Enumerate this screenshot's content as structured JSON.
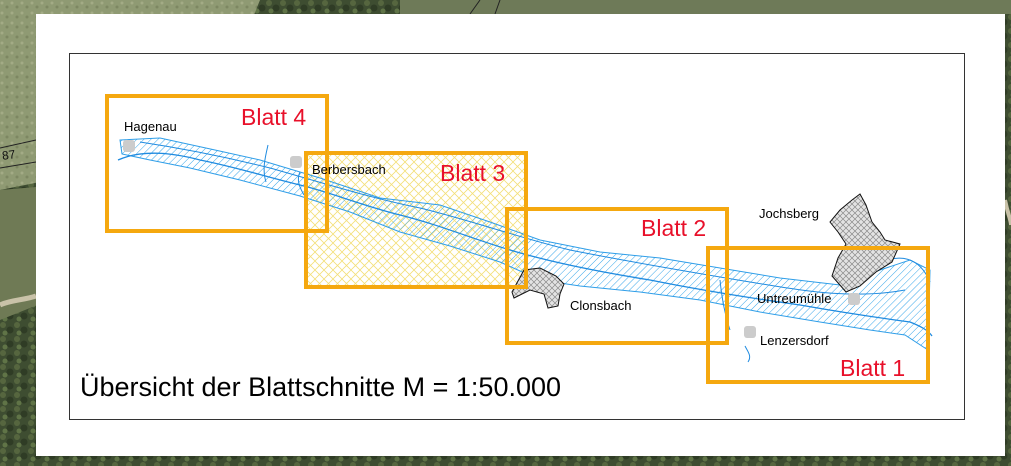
{
  "caption": "Übersicht der Blattschnitte M = 1:50.000",
  "sheets": [
    {
      "label": "Blatt 4"
    },
    {
      "label": "Blatt 3"
    },
    {
      "label": "Blatt 2"
    },
    {
      "label": "Blatt 1"
    }
  ],
  "places": [
    {
      "name": "Hagenau"
    },
    {
      "name": "Berbersbach"
    },
    {
      "name": "Clonsbach"
    },
    {
      "name": "Jochsberg"
    },
    {
      "name": "Untreumühle"
    },
    {
      "name": "Lenzersdorf"
    }
  ],
  "background_labels": {
    "edge_number": "87"
  },
  "colors": {
    "sheet_frame": "#f5a80f",
    "sheet_label": "#e8102a",
    "river": "#2f9ee8",
    "floodplain_hatch": "#39a7ea",
    "overlap_hatch": "#f3df78",
    "settlement": "#dddddd",
    "place_marker": "#cccccc"
  }
}
